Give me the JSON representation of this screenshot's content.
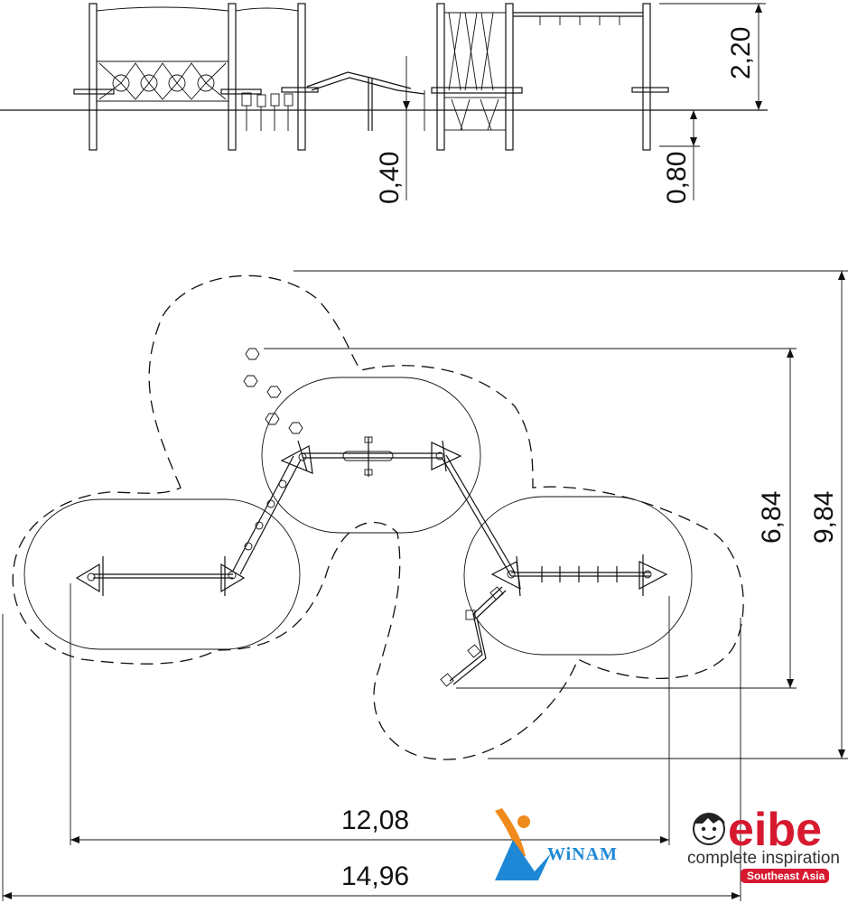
{
  "elevation_dimensions": {
    "height_total": "2,20",
    "height_platform": "0,40",
    "height_freefall": "0,80"
  },
  "plan_dimensions": {
    "depth_inner": "6,84",
    "depth_outer": "9,84",
    "width_inner": "12,08",
    "width_outer": "14,96"
  },
  "brand": {
    "name": "eibe",
    "tagline": "complete inspiration",
    "region": "Southeast Asia",
    "partner": "WiNAM",
    "colors": {
      "eibe_red": "#d7192f",
      "winam_blue": "#1e88d6",
      "winam_orange": "#f08a1c"
    }
  }
}
